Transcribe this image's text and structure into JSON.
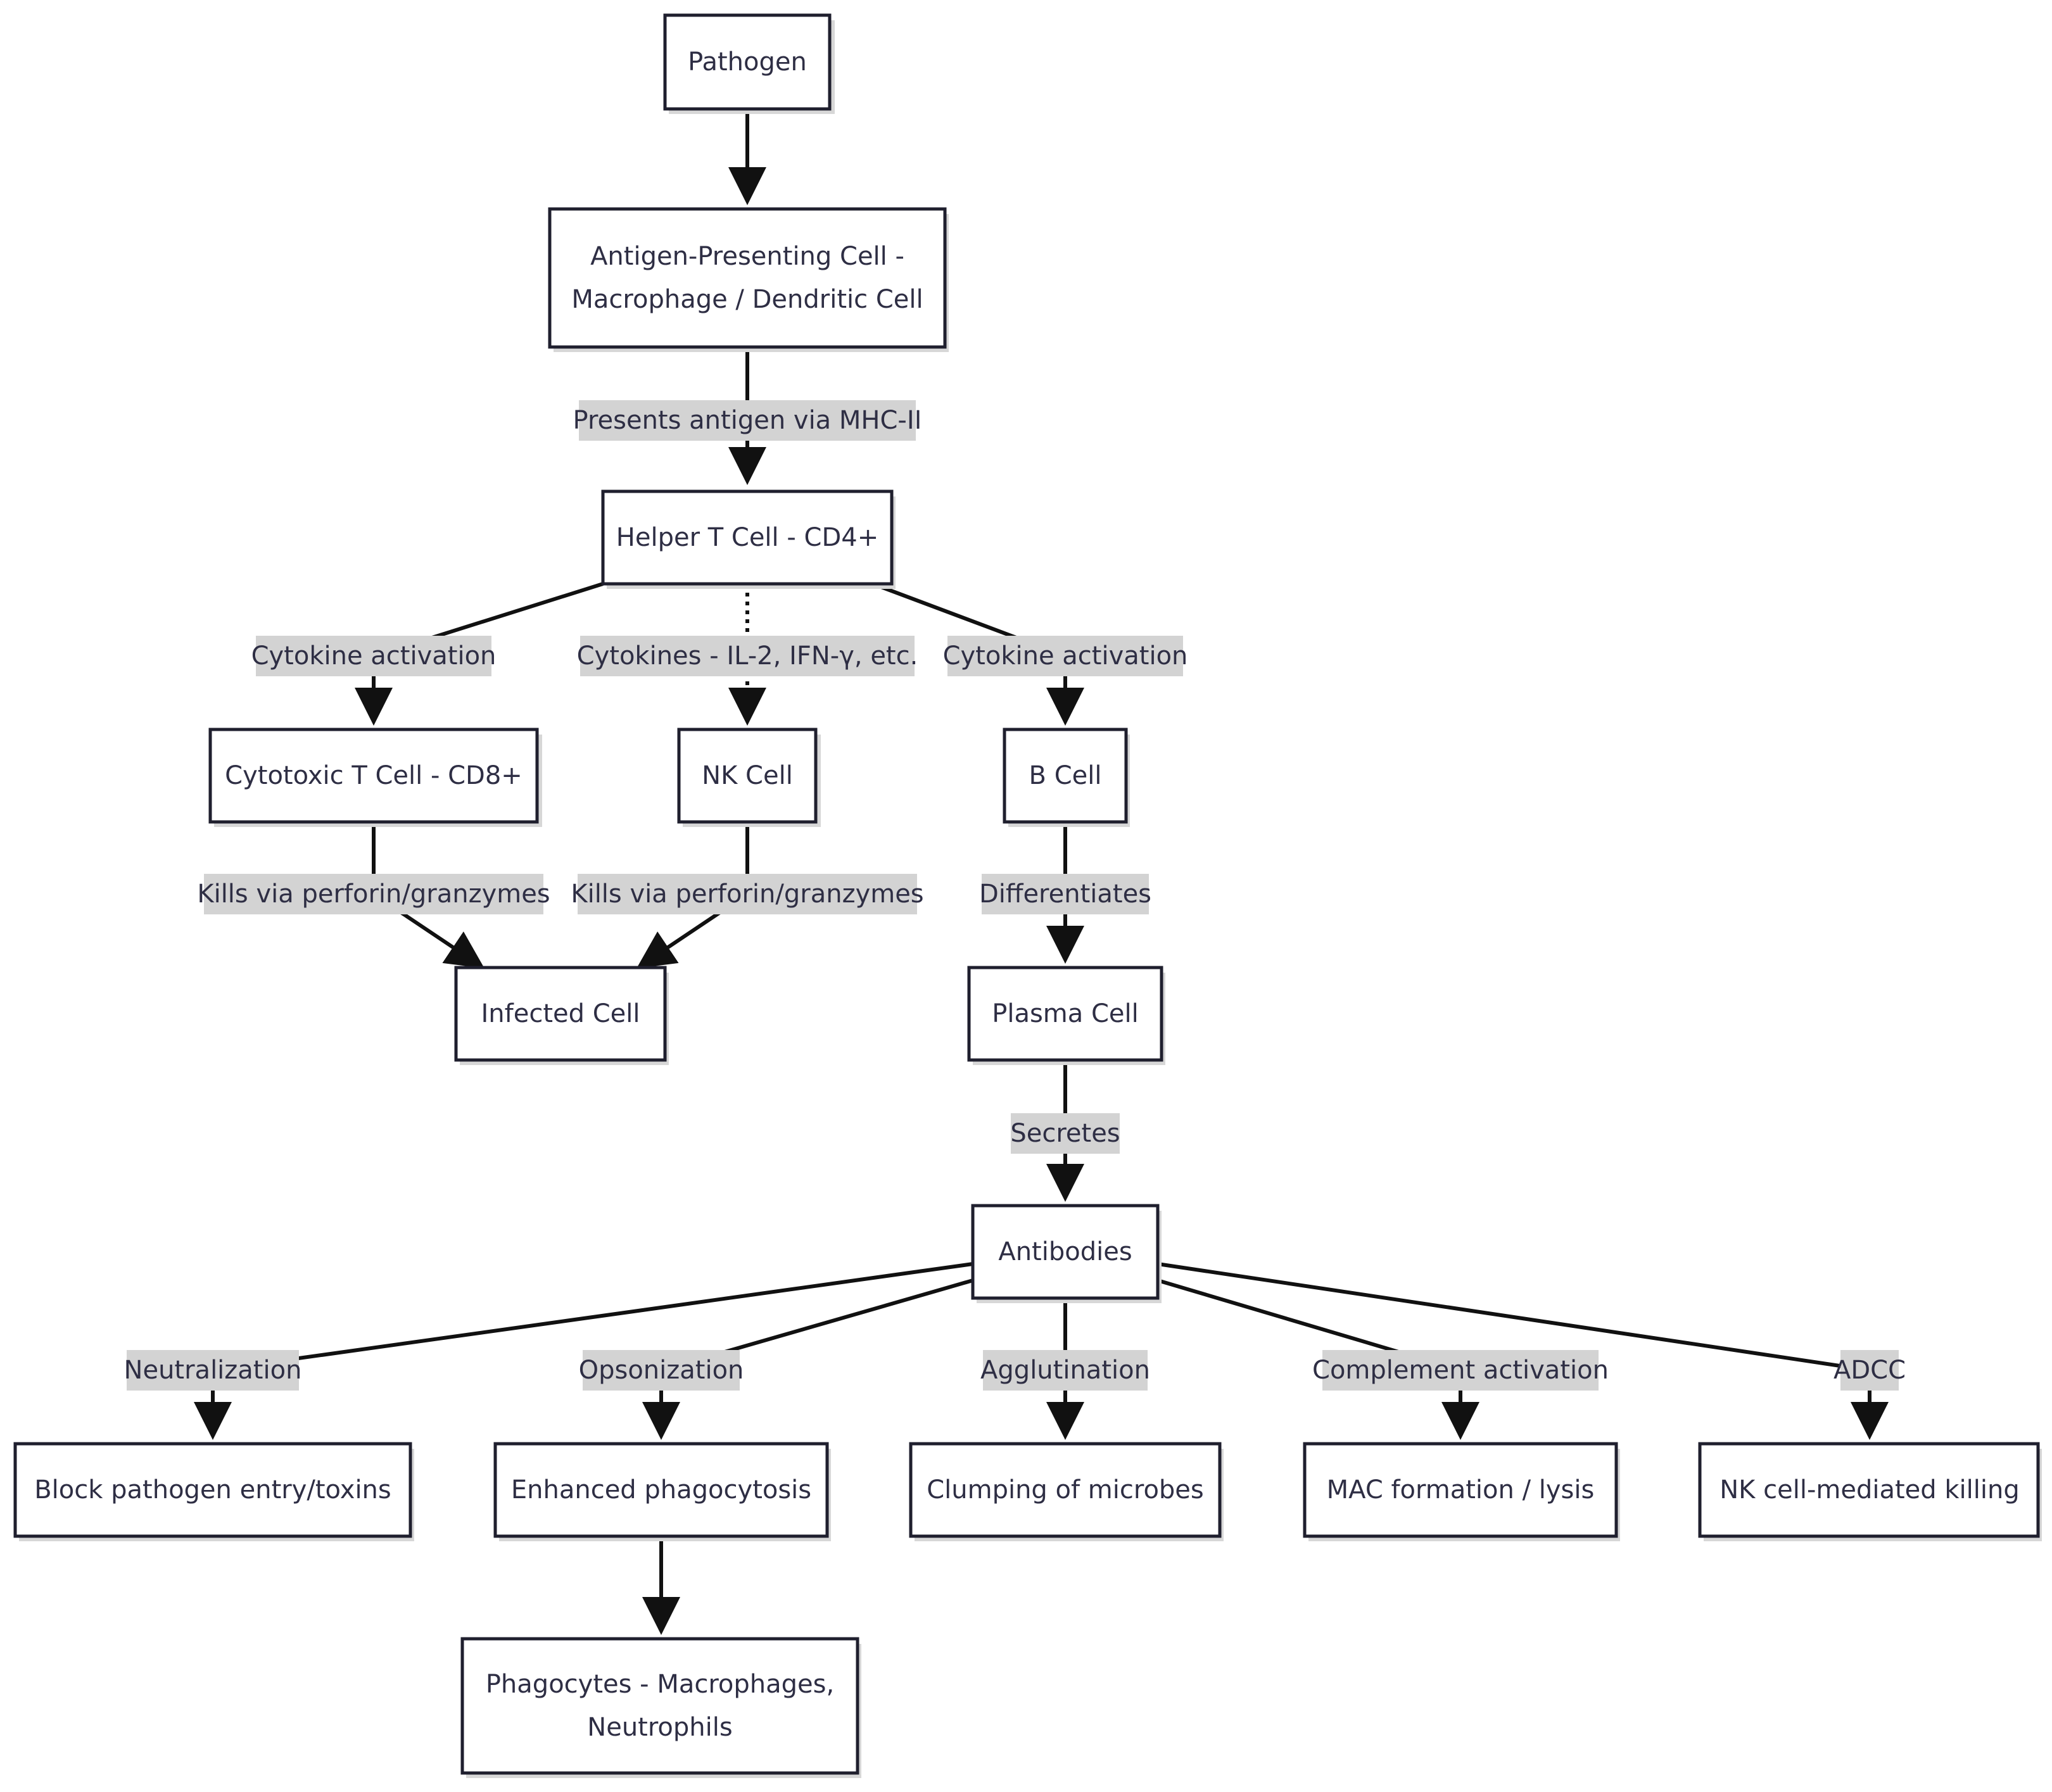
{
  "nodes": {
    "pathogen": {
      "label": "Pathogen"
    },
    "apc": {
      "lines": [
        "Antigen-Presenting Cell -",
        "Macrophage / Dendritic Cell"
      ]
    },
    "helper": {
      "label": "Helper T Cell - CD4+"
    },
    "cytotoxic": {
      "label": "Cytotoxic T Cell - CD8+"
    },
    "nk": {
      "label": "NK Cell"
    },
    "bcell": {
      "label": "B Cell"
    },
    "infected": {
      "label": "Infected Cell"
    },
    "plasma": {
      "label": "Plasma Cell"
    },
    "antibodies": {
      "label": "Antibodies"
    },
    "block": {
      "label": "Block pathogen entry/toxins"
    },
    "enhanced": {
      "label": "Enhanced phagocytosis"
    },
    "clumping": {
      "label": "Clumping of microbes"
    },
    "mac": {
      "label": "MAC formation / lysis"
    },
    "nkkill": {
      "label": "NK cell-mediated killing"
    },
    "phagocytes": {
      "lines": [
        "Phagocytes - Macrophages,",
        "Neutrophils"
      ]
    }
  },
  "edges": {
    "presents": "Presents antigen via MHC-II",
    "cyto_act_left": "Cytokine activation",
    "cytokines": "Cytokines - IL-2, IFN-γ, etc.",
    "cyto_act_right": "Cytokine activation",
    "kills_left": "Kills via perforin/granzymes",
    "kills_right": "Kills via perforin/granzymes",
    "differentiates": "Differentiates",
    "secretes": "Secretes",
    "neutralization": "Neutralization",
    "opsonization": "Opsonization",
    "agglutination": "Agglutination",
    "complement": "Complement activation",
    "adcc": "ADCC"
  }
}
